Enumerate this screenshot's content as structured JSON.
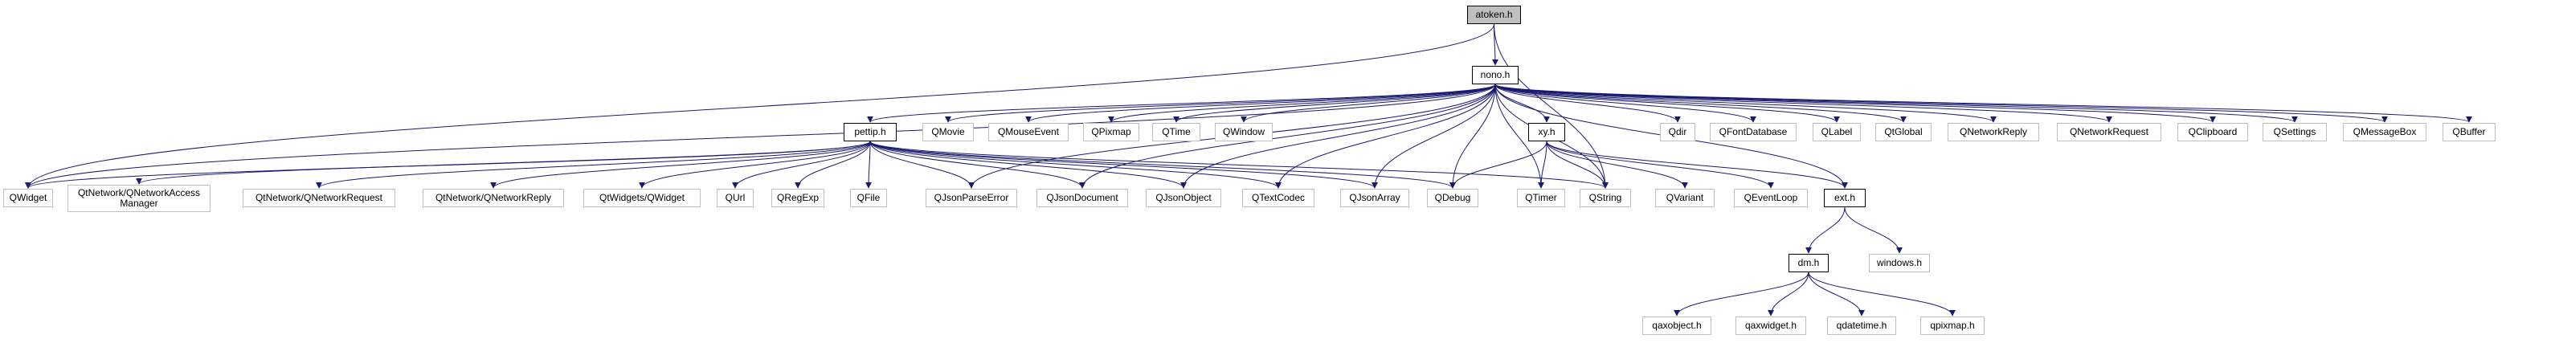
{
  "colors": {
    "root_fill": "#bfbfbf",
    "file_border": "#000000",
    "ext_border": "#bfbfbf",
    "edge": "#191970"
  },
  "nodes": {
    "atoken_h": "atoken.h",
    "nono_h": "nono.h",
    "pettip_h": "pettip.h",
    "qmovie": "QMovie",
    "qmouseevent": "QMouseEvent",
    "qpixmap": "QPixmap",
    "qtime": "QTime",
    "qwindow": "QWindow",
    "xy_h": "xy.h",
    "qdir": "Qdir",
    "qfontdatabase": "QFontDatabase",
    "qlabel": "QLabel",
    "qtglobal": "QtGlobal",
    "qnetworkreply": "QNetworkReply",
    "qnetworkrequest": "QNetworkRequest",
    "qclipboard": "QClipboard",
    "qsettings": "QSettings",
    "qmessagebox": "QMessageBox",
    "qbuffer": "QBuffer",
    "qwidget": "QWidget",
    "qtnetwork_qnam": "QtNetwork/QNetworkAccess Manager",
    "qtnetwork_qnetworkrequest": "QtNetwork/QNetworkRequest",
    "qtnetwork_qnetworkreply": "QtNetwork/QNetworkReply",
    "qtwidgets_qwidget": "QtWidgets/QWidget",
    "qurl": "QUrl",
    "qregexp": "QRegExp",
    "qfile": "QFile",
    "qjsonparseerror": "QJsonParseError",
    "qjsondocument": "QJsonDocument",
    "qjsonobject": "QJsonObject",
    "qtextcodec": "QTextCodec",
    "qjsonarray": "QJsonArray",
    "qdebug": "QDebug",
    "qtimer": "QTimer",
    "qstring": "QString",
    "qvariant": "QVariant",
    "qeventloop": "QEventLoop",
    "ext_h": "ext.h",
    "windows_h": "windows.h",
    "dm_h": "dm.h",
    "qaxobject_h": "qaxobject.h",
    "qaxwidget_h": "qaxwidget.h",
    "qdatetime_h": "qdatetime.h",
    "qpixmap_h": "qpixmap.h"
  },
  "edges": [
    [
      "atoken_h",
      "nono_h"
    ],
    [
      "atoken_h",
      "qwidget"
    ],
    [
      "atoken_h",
      "qstring"
    ],
    [
      "nono_h",
      "pettip_h"
    ],
    [
      "nono_h",
      "qmovie"
    ],
    [
      "nono_h",
      "qmouseevent"
    ],
    [
      "nono_h",
      "qpixmap"
    ],
    [
      "nono_h",
      "qtime"
    ],
    [
      "nono_h",
      "qwindow"
    ],
    [
      "nono_h",
      "xy_h"
    ],
    [
      "nono_h",
      "qdir"
    ],
    [
      "nono_h",
      "qfontdatabase"
    ],
    [
      "nono_h",
      "qlabel"
    ],
    [
      "nono_h",
      "qtglobal"
    ],
    [
      "nono_h",
      "qnetworkreply"
    ],
    [
      "nono_h",
      "qnetworkrequest"
    ],
    [
      "nono_h",
      "qclipboard"
    ],
    [
      "nono_h",
      "qsettings"
    ],
    [
      "nono_h",
      "qmessagebox"
    ],
    [
      "nono_h",
      "qbuffer"
    ],
    [
      "nono_h",
      "qwidget"
    ],
    [
      "nono_h",
      "qjsonparseerror"
    ],
    [
      "nono_h",
      "qjsondocument"
    ],
    [
      "nono_h",
      "qjsonobject"
    ],
    [
      "nono_h",
      "qtextcodec"
    ],
    [
      "nono_h",
      "qjsonarray"
    ],
    [
      "nono_h",
      "qdebug"
    ],
    [
      "nono_h",
      "qtimer"
    ],
    [
      "nono_h",
      "qstring"
    ],
    [
      "nono_h",
      "ext_h"
    ],
    [
      "pettip_h",
      "qwidget"
    ],
    [
      "pettip_h",
      "qtnetwork_qnam"
    ],
    [
      "pettip_h",
      "qtnetwork_qnetworkrequest"
    ],
    [
      "pettip_h",
      "qtnetwork_qnetworkreply"
    ],
    [
      "pettip_h",
      "qtwidgets_qwidget"
    ],
    [
      "pettip_h",
      "qurl"
    ],
    [
      "pettip_h",
      "qregexp"
    ],
    [
      "pettip_h",
      "qfile"
    ],
    [
      "pettip_h",
      "qjsonparseerror"
    ],
    [
      "pettip_h",
      "qjsondocument"
    ],
    [
      "pettip_h",
      "qjsonobject"
    ],
    [
      "pettip_h",
      "qtextcodec"
    ],
    [
      "pettip_h",
      "qjsonarray"
    ],
    [
      "pettip_h",
      "qdebug"
    ],
    [
      "pettip_h",
      "qstring"
    ],
    [
      "xy_h",
      "qdebug"
    ],
    [
      "xy_h",
      "qtimer"
    ],
    [
      "xy_h",
      "qstring"
    ],
    [
      "xy_h",
      "qvariant"
    ],
    [
      "xy_h",
      "qeventloop"
    ],
    [
      "xy_h",
      "ext_h"
    ],
    [
      "ext_h",
      "dm_h"
    ],
    [
      "ext_h",
      "windows_h"
    ],
    [
      "dm_h",
      "qaxobject_h"
    ],
    [
      "dm_h",
      "qaxwidget_h"
    ],
    [
      "dm_h",
      "qdatetime_h"
    ],
    [
      "dm_h",
      "qpixmap_h"
    ]
  ]
}
